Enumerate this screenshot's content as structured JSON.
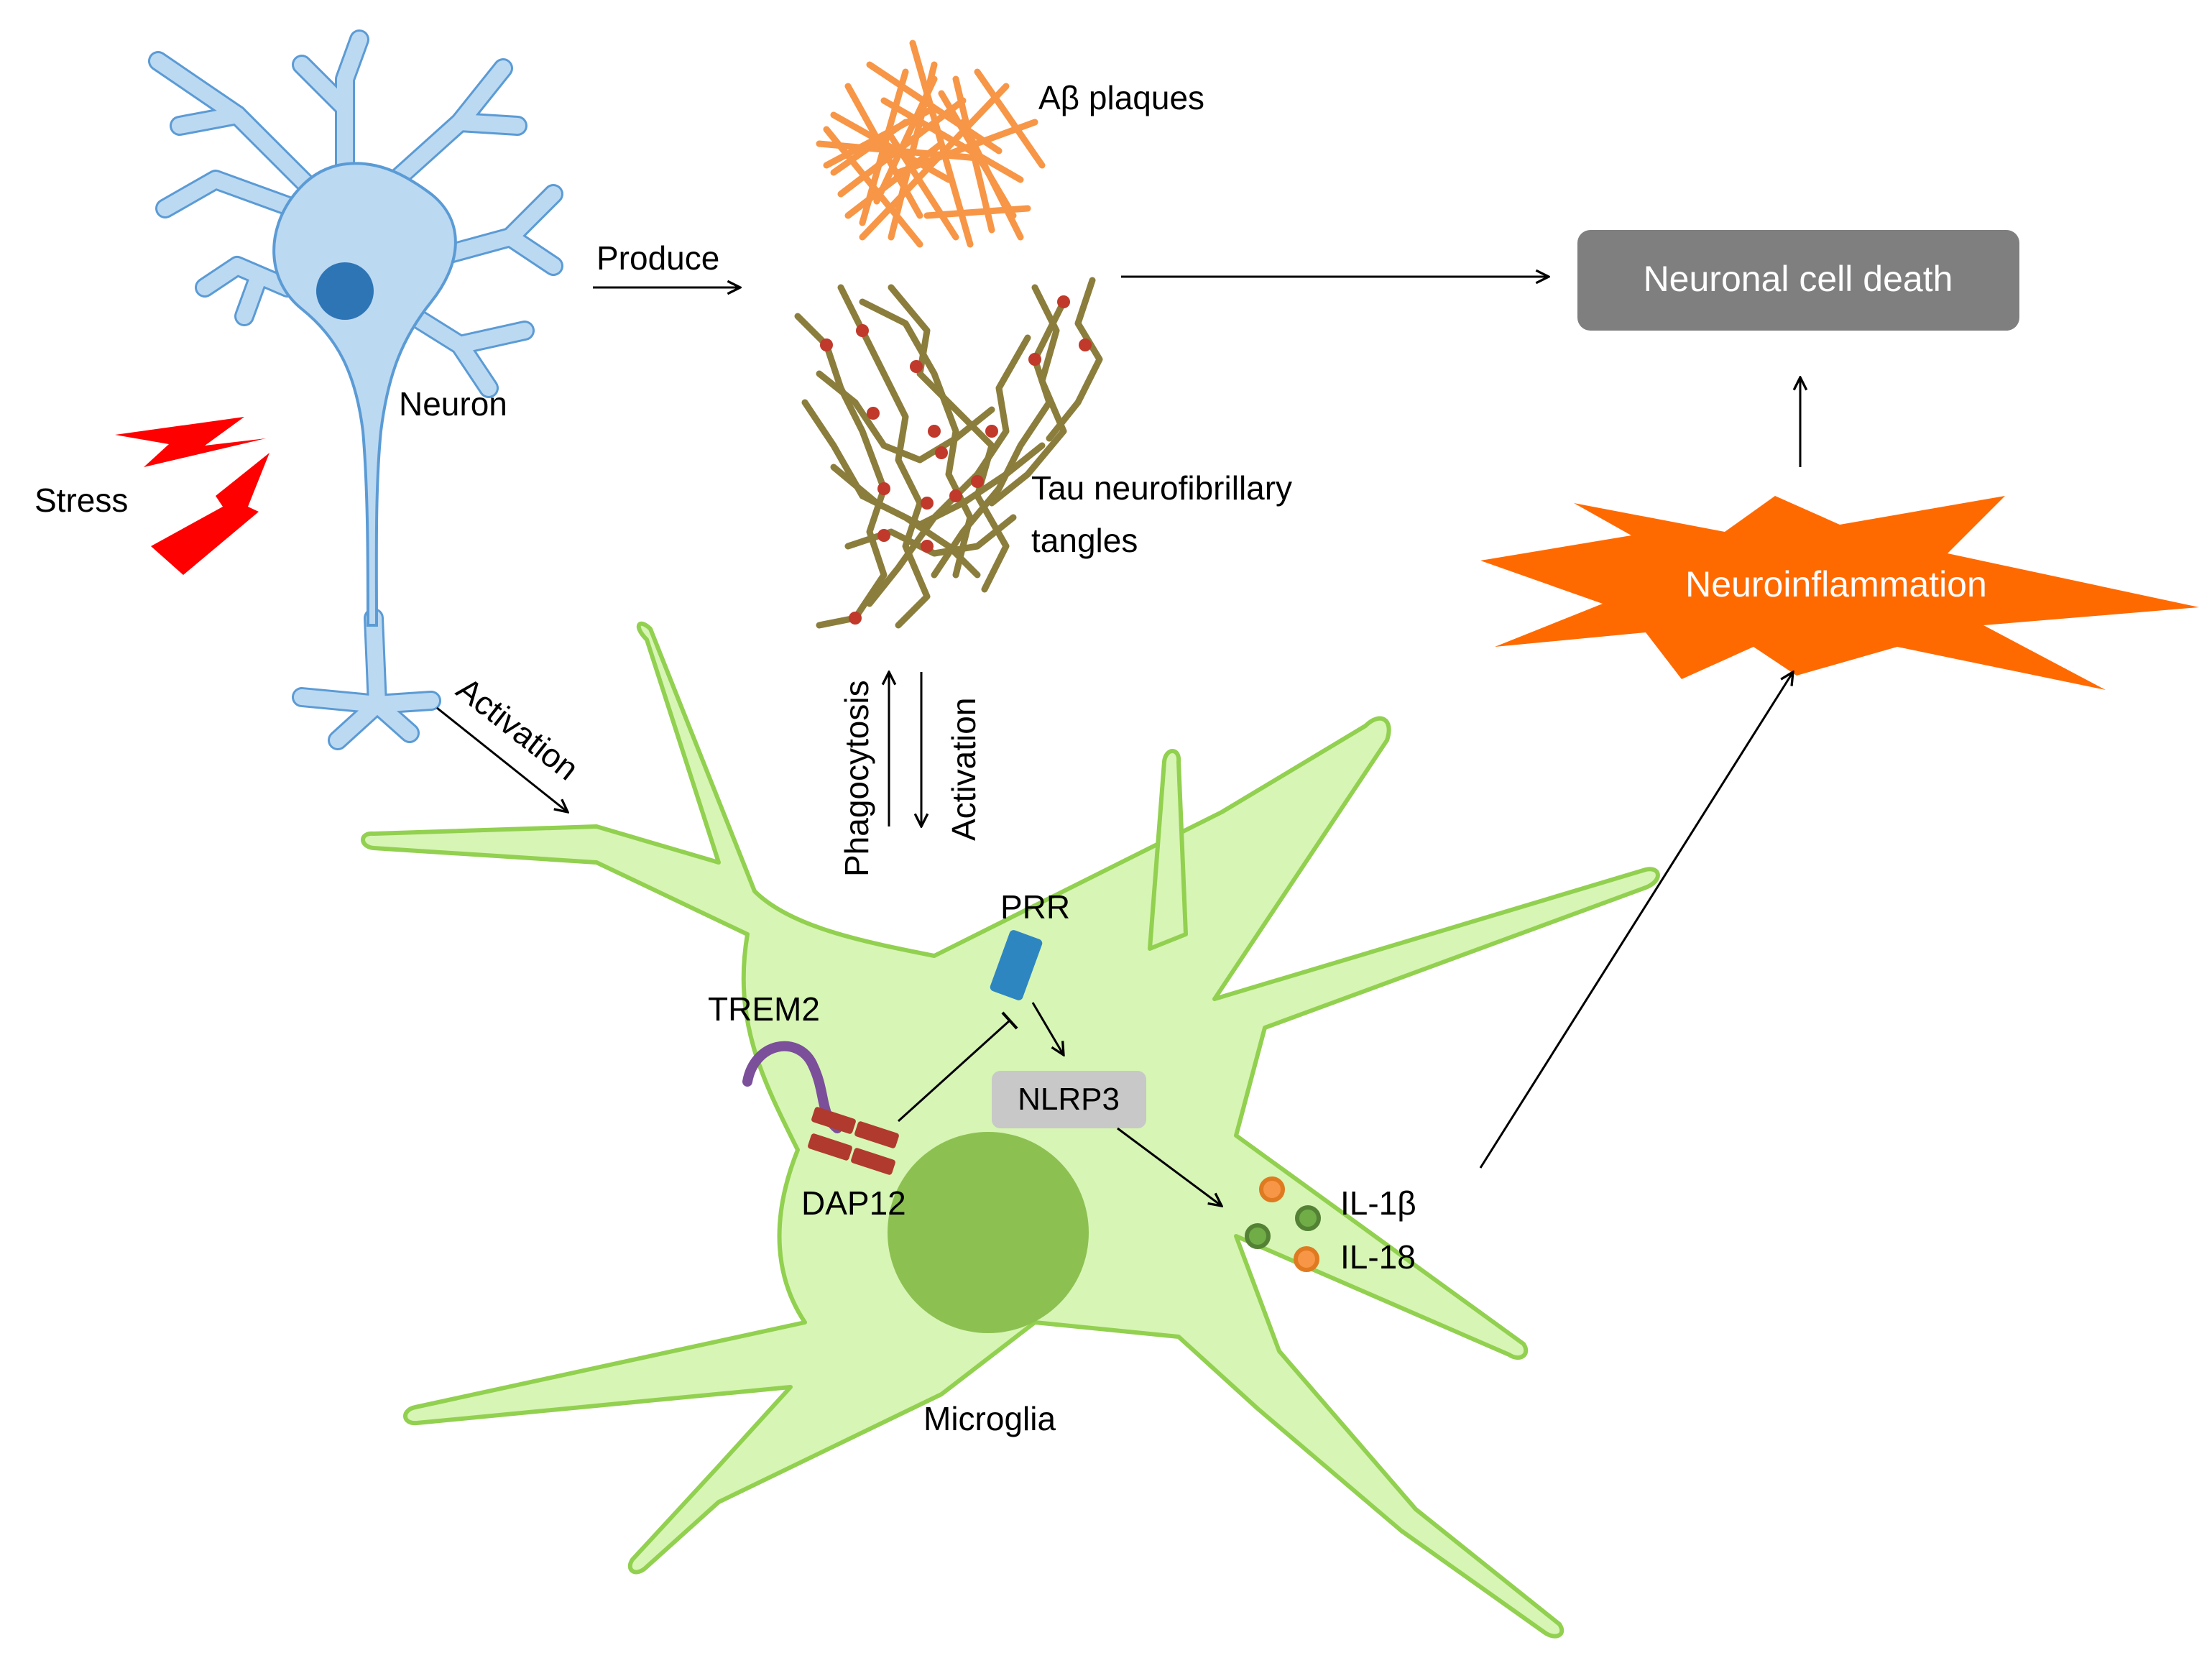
{
  "labels": {
    "neuron": "Neuron",
    "stress": "Stress",
    "produce": "Produce",
    "abeta_plaques": "Aβ plaques",
    "tau_line1": "Tau neurofibrillary",
    "tau_line2": "tangles",
    "neuronal_cell_death": "Neuronal cell death",
    "neuroinflammation": "Neuroinflammation",
    "activation_neuron": "Activation",
    "phagocytosis": "Phagocytosis",
    "activation_tau": "Activation",
    "prr": "PRR",
    "trem2": "TREM2",
    "nlrp3": "NLRP3",
    "dap12": "DAP12",
    "il1b": "IL-1β",
    "il18": "IL-18",
    "microglia": "Microglia"
  },
  "colors": {
    "neuron_fill": "#bcd9f2",
    "neuron_stroke": "#5b9bd5",
    "neuron_nucleus": "#2e75b6",
    "stress": "#ff0000",
    "plaque": "#f79646",
    "tau_strand": "#8b7d3c",
    "tau_dot": "#c0392b",
    "microglia_fill": "#d7f5b5",
    "microglia_stroke": "#92d050",
    "microglia_nucleus": "#8cc152",
    "death_box": "#7f7f7f",
    "inflammation": "#ff6a00",
    "prr": "#2e86c1",
    "trem2": "#7b4f9a",
    "dap12": "#b03a2e",
    "nlrp3_box": "#c8c8c8",
    "cytokine_orange": "#f79646",
    "cytokine_green": "#70ad47"
  }
}
